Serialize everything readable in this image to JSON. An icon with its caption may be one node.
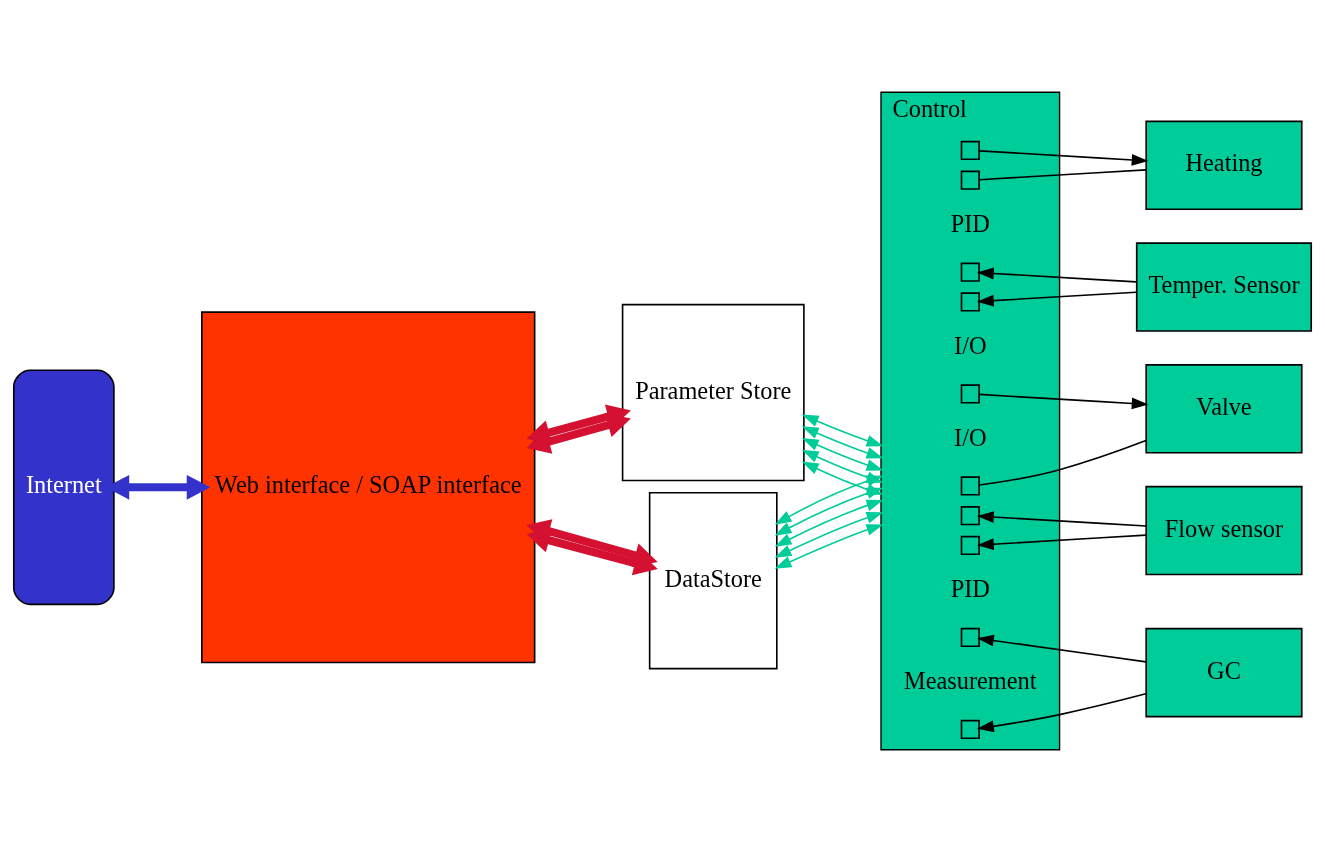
{
  "diagram": {
    "nodes": [
      {
        "text": [
          "Internet"
        ]
      },
      {
        "text": [
          "Web interface / SOAP interface"
        ]
      },
      {
        "text": [
          "Parameter Store"
        ]
      },
      {
        "text": [
          "DataStore"
        ]
      },
      {
        "text": [
          "Control"
        ]
      },
      {
        "text": [],
        "shape": "box",
        "in": 4
      },
      {
        "text": [],
        "shape": "box",
        "in": 4
      },
      {
        "text": [],
        "shape": "box",
        "in": 4
      },
      {
        "text": [],
        "shape": "box",
        "in": 4
      },
      {
        "text": [],
        "shape": "box",
        "in": 4
      },
      {
        "text": [],
        "shape": "box",
        "in": 4
      },
      {
        "text": [],
        "shape": "box",
        "in": 4
      },
      {
        "text": [],
        "shape": "box",
        "in": 4
      },
      {
        "text": [],
        "shape": "box",
        "in": 4
      },
      {
        "text": [],
        "shape": "box",
        "in": 4
      },
      {
        "text": [
          "Heating"
        ]
      },
      {
        "text": [
          "Temper. Sensor"
        ]
      },
      {
        "text": [
          "Valve"
        ]
      },
      {
        "text": [
          "Flow sensor"
        ]
      },
      {
        "text": [
          "GC"
        ]
      }
    ],
    "edges": [
      {
        "from": 0,
        "to": 1,
        "arrow": "both",
        "style": "thick",
        "color": "#3333cc"
      },
      {
        "from": 1,
        "to": 2,
        "arrow": "both",
        "style": "thick",
        "color": "#d41131"
      },
      {
        "from": 1,
        "to": 2,
        "arrow": "both",
        "style": "thick",
        "color": "#d41131"
      },
      {
        "from": 1,
        "to": 3,
        "arrow": "both",
        "style": "thick",
        "color": "#d41131"
      },
      {
        "from": 1,
        "to": 3,
        "arrow": "both",
        "style": "thick",
        "color": "#d41131"
      },
      {
        "from": 2,
        "to": 4,
        "arrow": "both",
        "color": "#00cc99"
      },
      {
        "from": 2,
        "to": 4,
        "arrow": "both",
        "color": "#00cc99"
      },
      {
        "from": 2,
        "to": 4,
        "arrow": "both",
        "color": "#00cc99"
      },
      {
        "from": 2,
        "to": 4,
        "arrow": "both",
        "color": "#00cc99"
      },
      {
        "from": 2,
        "to": 4,
        "arrow": "both",
        "color": "#00cc99"
      },
      {
        "from": 3,
        "to": 4,
        "arrow": "both",
        "color": "#00cc99"
      },
      {
        "from": 3,
        "to": 4,
        "arrow": "both",
        "color": "#00cc99"
      },
      {
        "from": 3,
        "to": 4,
        "arrow": "both",
        "color": "#00cc99"
      },
      {
        "from": 3,
        "to": 4,
        "arrow": "both",
        "color": "#00cc99"
      },
      {
        "from": 3,
        "to": 4,
        "arrow": "both",
        "color": "#00cc99"
      },
      {
        "from": 5,
        "to": 15,
        "arrow": "to",
        "color": "#000000"
      },
      {
        "from": 6,
        "to": 15,
        "arrow": "none",
        "color": "#000000"
      },
      {
        "from": 16,
        "to": 7,
        "arrow": "to",
        "color": "#000000"
      },
      {
        "from": 16,
        "to": 8,
        "arrow": "to",
        "color": "#000000"
      },
      {
        "from": 9,
        "to": 17,
        "arrow": "to",
        "color": "#000000"
      },
      {
        "from": 10,
        "to": 17,
        "arrow": "none",
        "color": "#000000"
      },
      {
        "from": 18,
        "to": 11,
        "arrow": "to",
        "color": "#000000"
      },
      {
        "from": 18,
        "to": 12,
        "arrow": "to",
        "color": "#000000"
      },
      {
        "from": 19,
        "to": 13,
        "arrow": "to",
        "color": "#000000"
      },
      {
        "from": 19,
        "to": 14,
        "arrow": "to",
        "color": "#000000"
      }
    ],
    "labels": [
      "PID",
      "I/O",
      "I/O",
      "PID",
      "Measurement"
    ]
  }
}
